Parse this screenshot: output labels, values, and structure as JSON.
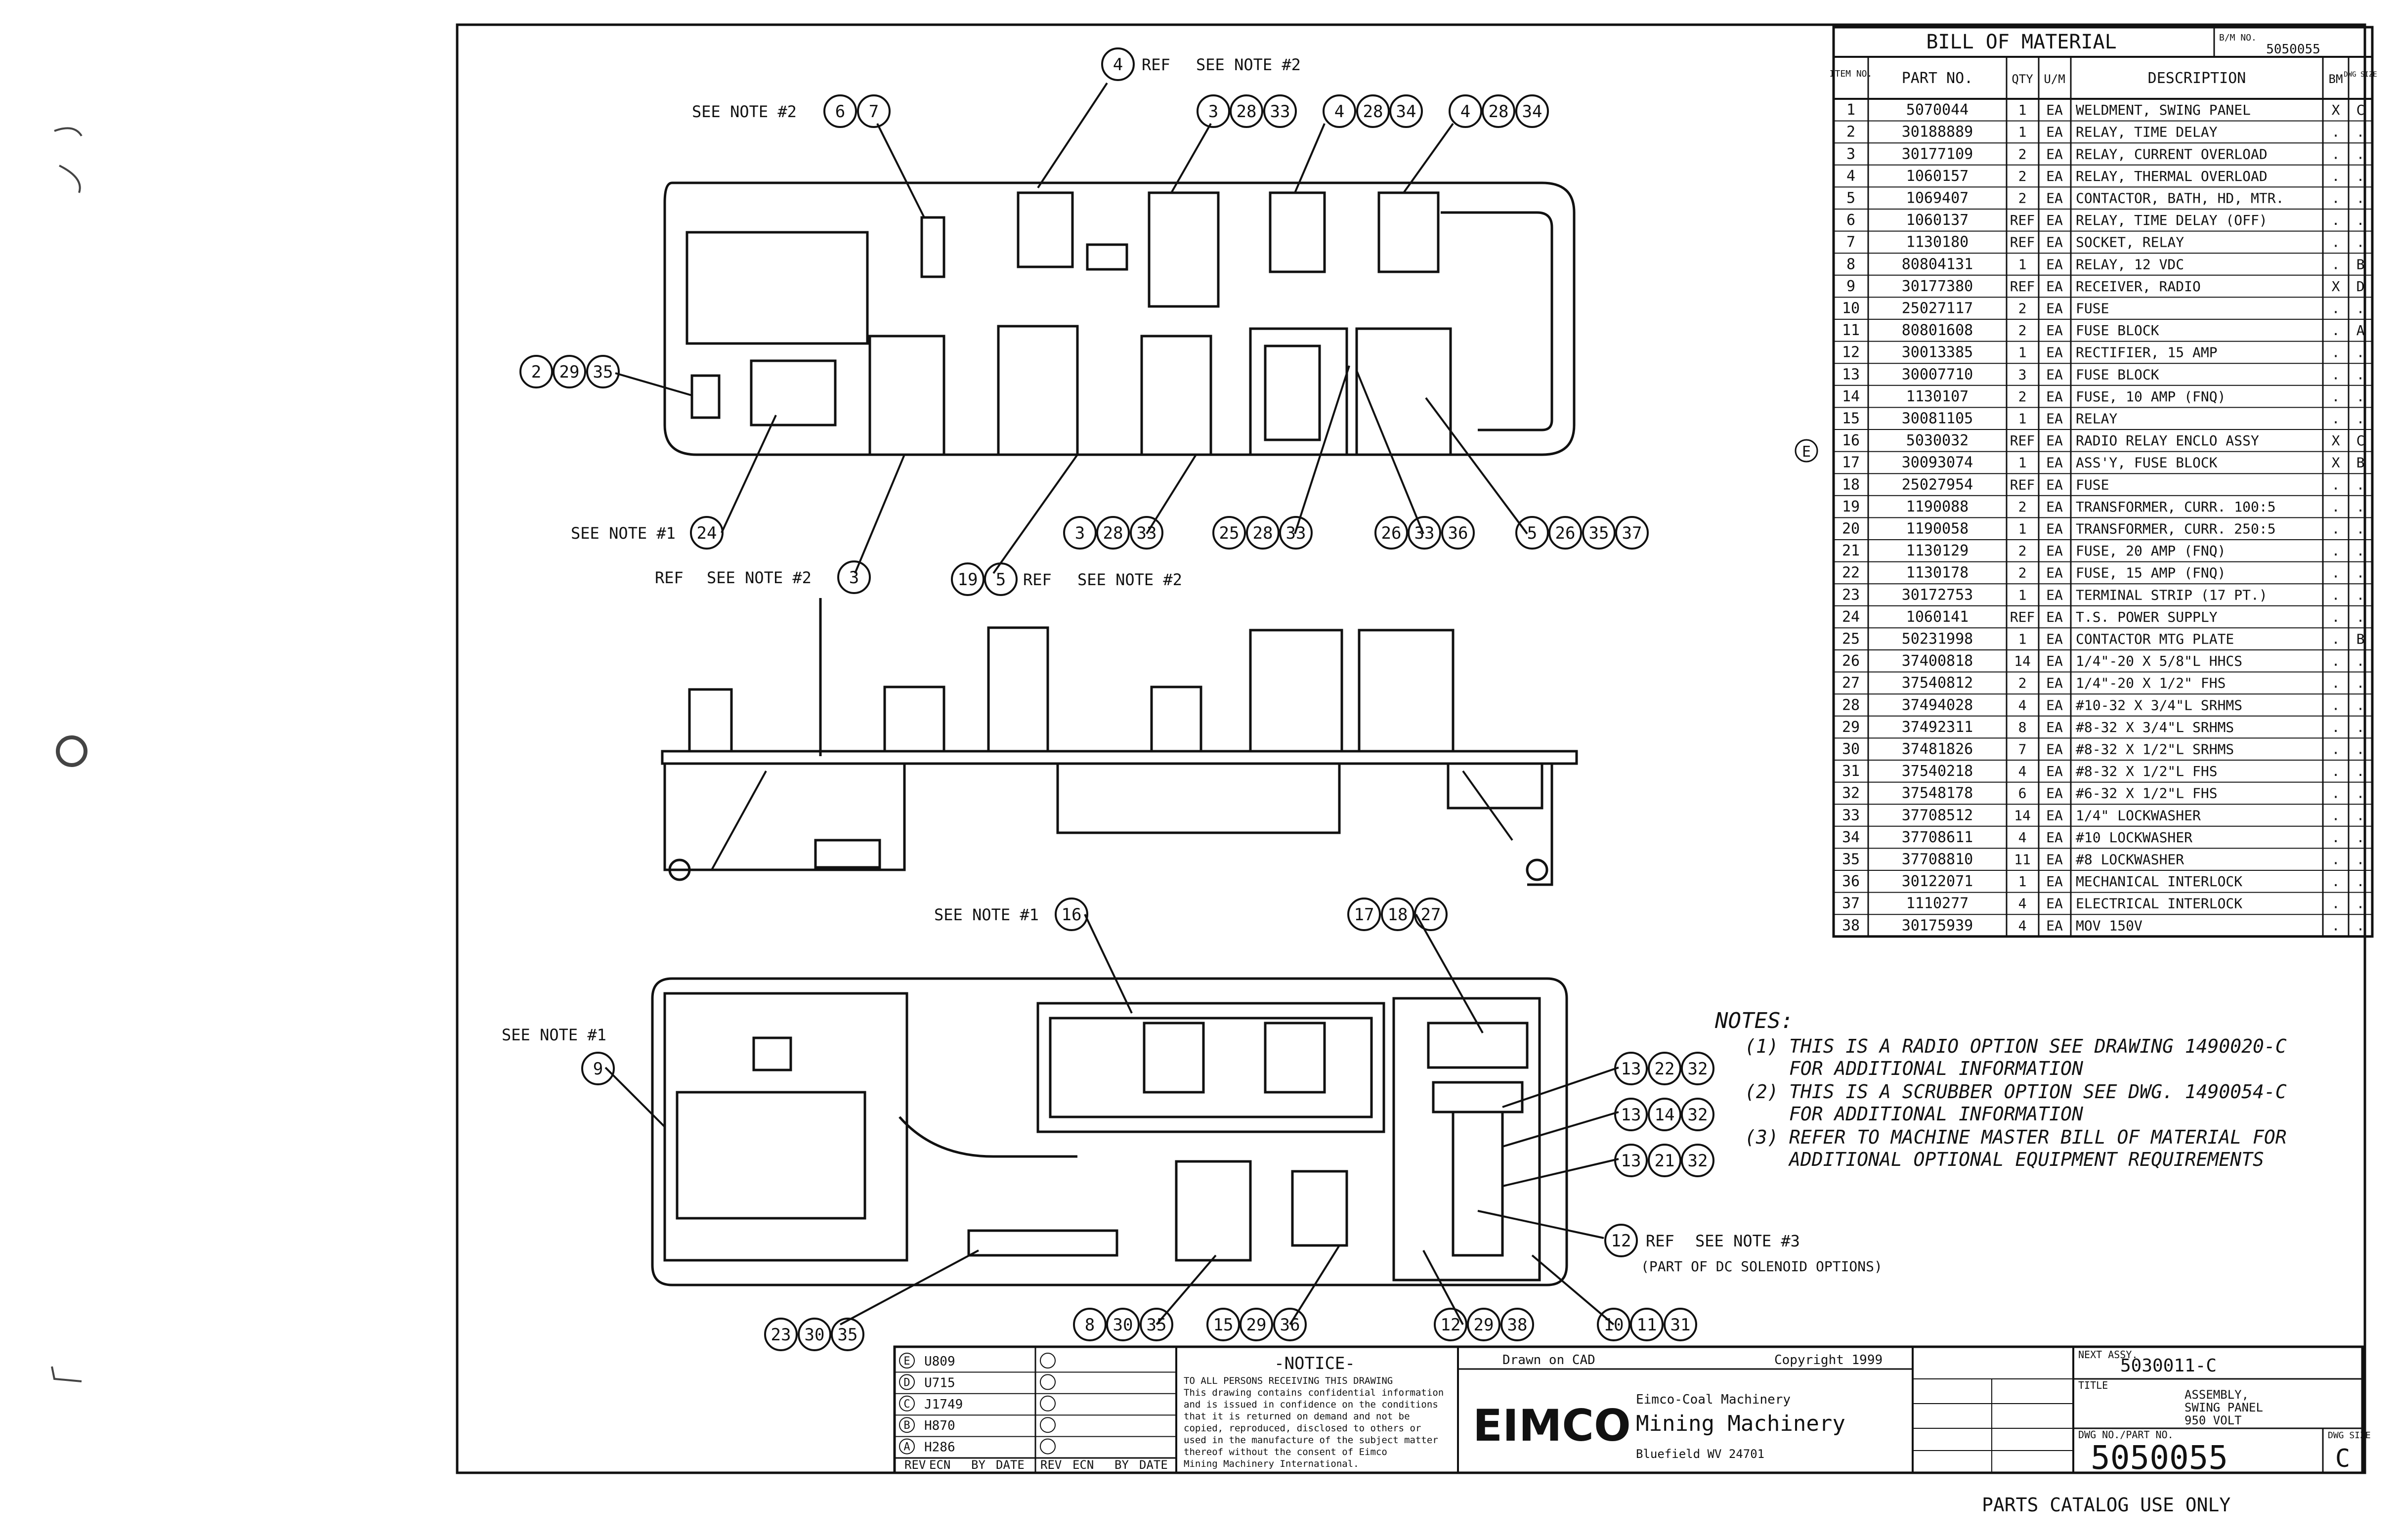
{
  "bom": {
    "title": "BILL OF MATERIAL",
    "bill_no_label": "B/M NO.",
    "bill_no_value": "5050055",
    "headers": {
      "item": "ITEM NO.",
      "part": "PART NO.",
      "qty": "QTY",
      "um": "U/M",
      "desc": "DESCRIPTION",
      "bm": "BM",
      "dwg": "DWG SIZE"
    },
    "rows": [
      {
        "item": "1",
        "part": "5070044",
        "qty": "1",
        "um": "EA",
        "desc": "WELDMENT, SWING PANEL",
        "bm": "X",
        "dwg": "C"
      },
      {
        "item": "2",
        "part": "30188889",
        "qty": "1",
        "um": "EA",
        "desc": "RELAY, TIME DELAY",
        "bm": ".",
        "dwg": "."
      },
      {
        "item": "3",
        "part": "30177109",
        "qty": "2",
        "um": "EA",
        "desc": "RELAY, CURRENT OVERLOAD",
        "bm": ".",
        "dwg": "."
      },
      {
        "item": "4",
        "part": "1060157",
        "qty": "2",
        "um": "EA",
        "desc": "RELAY, THERMAL OVERLOAD",
        "bm": ".",
        "dwg": "."
      },
      {
        "item": "5",
        "part": "1069407",
        "qty": "2",
        "um": "EA",
        "desc": "CONTACTOR, BATH, HD, MTR.",
        "bm": ".",
        "dwg": "."
      },
      {
        "item": "6",
        "part": "1060137",
        "qty": "REF",
        "um": "EA",
        "desc": "RELAY, TIME DELAY (OFF)",
        "bm": ".",
        "dwg": "."
      },
      {
        "item": "7",
        "part": "1130180",
        "qty": "REF",
        "um": "EA",
        "desc": "SOCKET, RELAY",
        "bm": ".",
        "dwg": "."
      },
      {
        "item": "8",
        "part": "80804131",
        "qty": "1",
        "um": "EA",
        "desc": "RELAY, 12 VDC",
        "bm": ".",
        "dwg": "B"
      },
      {
        "item": "9",
        "part": "30177380",
        "qty": "REF",
        "um": "EA",
        "desc": "RECEIVER, RADIO",
        "bm": "X",
        "dwg": "D"
      },
      {
        "item": "10",
        "part": "25027117",
        "qty": "2",
        "um": "EA",
        "desc": "FUSE",
        "bm": ".",
        "dwg": "."
      },
      {
        "item": "11",
        "part": "80801608",
        "qty": "2",
        "um": "EA",
        "desc": "FUSE BLOCK",
        "bm": ".",
        "dwg": "A"
      },
      {
        "item": "12",
        "part": "30013385",
        "qty": "1",
        "um": "EA",
        "desc": "RECTIFIER, 15 AMP",
        "bm": ".",
        "dwg": "."
      },
      {
        "item": "13",
        "part": "30007710",
        "qty": "3",
        "um": "EA",
        "desc": "FUSE BLOCK",
        "bm": ".",
        "dwg": "."
      },
      {
        "item": "14",
        "part": "1130107",
        "qty": "2",
        "um": "EA",
        "desc": "FUSE, 10 AMP (FNQ)",
        "bm": ".",
        "dwg": "."
      },
      {
        "item": "15",
        "part": "30081105",
        "qty": "1",
        "um": "EA",
        "desc": "RELAY",
        "bm": ".",
        "dwg": "."
      },
      {
        "item": "16",
        "part": "5030032",
        "qty": "REF",
        "um": "EA",
        "desc": "RADIO RELAY ENCLO ASSY",
        "bm": "X",
        "dwg": "C"
      },
      {
        "item": "17",
        "part": "30093074",
        "qty": "1",
        "um": "EA",
        "desc": "ASS'Y, FUSE BLOCK",
        "bm": "X",
        "dwg": "B"
      },
      {
        "item": "18",
        "part": "25027954",
        "qty": "REF",
        "um": "EA",
        "desc": "FUSE",
        "bm": ".",
        "dwg": "."
      },
      {
        "item": "19",
        "part": "1190088",
        "qty": "2",
        "um": "EA",
        "desc": "TRANSFORMER, CURR. 100:5",
        "bm": ".",
        "dwg": "."
      },
      {
        "item": "20",
        "part": "1190058",
        "qty": "1",
        "um": "EA",
        "desc": "TRANSFORMER, CURR. 250:5",
        "bm": ".",
        "dwg": "."
      },
      {
        "item": "21",
        "part": "1130129",
        "qty": "2",
        "um": "EA",
        "desc": "FUSE, 20 AMP (FNQ)",
        "bm": ".",
        "dwg": "."
      },
      {
        "item": "22",
        "part": "1130178",
        "qty": "2",
        "um": "EA",
        "desc": "FUSE, 15 AMP (FNQ)",
        "bm": ".",
        "dwg": "."
      },
      {
        "item": "23",
        "part": "30172753",
        "qty": "1",
        "um": "EA",
        "desc": "TERMINAL STRIP (17 PT.)",
        "bm": ".",
        "dwg": "."
      },
      {
        "item": "24",
        "part": "1060141",
        "qty": "REF",
        "um": "EA",
        "desc": "T.S. POWER SUPPLY",
        "bm": ".",
        "dwg": "."
      },
      {
        "item": "25",
        "part": "50231998",
        "qty": "1",
        "um": "EA",
        "desc": "CONTACTOR MTG PLATE",
        "bm": ".",
        "dwg": "B"
      },
      {
        "item": "26",
        "part": "37400818",
        "qty": "14",
        "um": "EA",
        "desc": "1/4\"-20 X 5/8\"L HHCS",
        "bm": ".",
        "dwg": "."
      },
      {
        "item": "27",
        "part": "37540812",
        "qty": "2",
        "um": "EA",
        "desc": "1/4\"-20 X 1/2\" FHS",
        "bm": ".",
        "dwg": "."
      },
      {
        "item": "28",
        "part": "37494028",
        "qty": "4",
        "um": "EA",
        "desc": "#10-32 X 3/4\"L SRHMS",
        "bm": ".",
        "dwg": "."
      },
      {
        "item": "29",
        "part": "37492311",
        "qty": "8",
        "um": "EA",
        "desc": "#8-32 X 3/4\"L SRHMS",
        "bm": ".",
        "dwg": "."
      },
      {
        "item": "30",
        "part": "37481826",
        "qty": "7",
        "um": "EA",
        "desc": "#8-32 X 1/2\"L SRHMS",
        "bm": ".",
        "dwg": "."
      },
      {
        "item": "31",
        "part": "37540218",
        "qty": "4",
        "um": "EA",
        "desc": "#8-32 X 1/2\"L FHS",
        "bm": ".",
        "dwg": "."
      },
      {
        "item": "32",
        "part": "37548178",
        "qty": "6",
        "um": "EA",
        "desc": "#6-32 X 1/2\"L FHS",
        "bm": ".",
        "dwg": "."
      },
      {
        "item": "33",
        "part": "37708512",
        "qty": "14",
        "um": "EA",
        "desc": "1/4\" LOCKWASHER",
        "bm": ".",
        "dwg": "."
      },
      {
        "item": "34",
        "part": "37708611",
        "qty": "4",
        "um": "EA",
        "desc": "#10 LOCKWASHER",
        "bm": ".",
        "dwg": "."
      },
      {
        "item": "35",
        "part": "37708810",
        "qty": "11",
        "um": "EA",
        "desc": "#8 LOCKWASHER",
        "bm": ".",
        "dwg": "."
      },
      {
        "item": "36",
        "part": "30122071",
        "qty": "1",
        "um": "EA",
        "desc": "MECHANICAL INTERLOCK",
        "bm": ".",
        "dwg": "."
      },
      {
        "item": "37",
        "part": "1110277",
        "qty": "4",
        "um": "EA",
        "desc": "ELECTRICAL INTERLOCK",
        "bm": ".",
        "dwg": "."
      },
      {
        "item": "38",
        "part": "30175939",
        "qty": "4",
        "um": "EA",
        "desc": "MOV 150V",
        "bm": ".",
        "dwg": "."
      }
    ]
  },
  "notes": {
    "title": "NOTES:",
    "items": [
      {
        "num": "(1)",
        "line1": "THIS IS A RADIO OPTION SEE DRAWING 1490020-C",
        "line2": "FOR ADDITIONAL INFORMATION"
      },
      {
        "num": "(2)",
        "line1": "THIS IS A SCRUBBER OPTION SEE DWG. 1490054-C",
        "line2": "FOR ADDITIONAL INFORMATION"
      },
      {
        "num": "(3)",
        "line1": "REFER TO MACHINE MASTER BILL OF MATERIAL FOR",
        "line2": "ADDITIONAL OPTIONAL EQUIPMENT REQUIREMENTS"
      }
    ]
  },
  "callouts": {
    "see_note_2": "SEE NOTE #2",
    "see_note_1": "SEE NOTE #1",
    "see_note_3": "SEE NOTE #3",
    "ref": "REF",
    "part_of_dc": "(PART OF DC SOLENOID OPTIONS)",
    "section_mark": "E"
  },
  "title_block": {
    "notice_title": "-NOTICE-",
    "notice_lines": [
      "TO ALL PERSONS RECEIVING THIS DRAWING",
      "This drawing contains confidential information",
      "and is issued in confidence on the conditions",
      "that it is returned on demand and not be",
      "copied, reproduced, disclosed to others or",
      "used in the manufacture of the subject matter",
      "thereof without the consent of Eimco",
      "Mining Machinery International."
    ],
    "brand": "EIMCO",
    "company_line": "Eimco-Coal Machinery",
    "company_name": "Mining Machinery",
    "location": "Bluefield WV 24701",
    "drawn_on": "Drawn on CAD",
    "copyright": "Copyright 1999",
    "next_assy_label": "NEXT ASSY.",
    "next_assy": "5030011-C",
    "title_label": "TITLE",
    "title_lines": [
      "ASSEMBLY,",
      "SWING PANEL",
      "950 VOLT"
    ],
    "dwg_no_label": "DWG NO./PART NO.",
    "dwg_no": "5050055",
    "size_label": "DWG SIZE",
    "size": "C",
    "rev_headers": [
      "REV",
      "ECN",
      "BY",
      "DATE",
      "REV",
      "ECN",
      "BY",
      "DATE"
    ],
    "revisions": [
      {
        "rev": "E",
        "ecn": "U809",
        "by": "",
        "date": ""
      },
      {
        "rev": "D",
        "ecn": "U715",
        "by": "",
        "date": ""
      },
      {
        "rev": "C",
        "ecn": "J1749",
        "by": "",
        "date": ""
      },
      {
        "rev": "B",
        "ecn": "H870",
        "by": "",
        "date": ""
      },
      {
        "rev": "A",
        "ecn": "H286",
        "by": "",
        "date": ""
      }
    ]
  },
  "footer": "PARTS CATALOG USE ONLY"
}
